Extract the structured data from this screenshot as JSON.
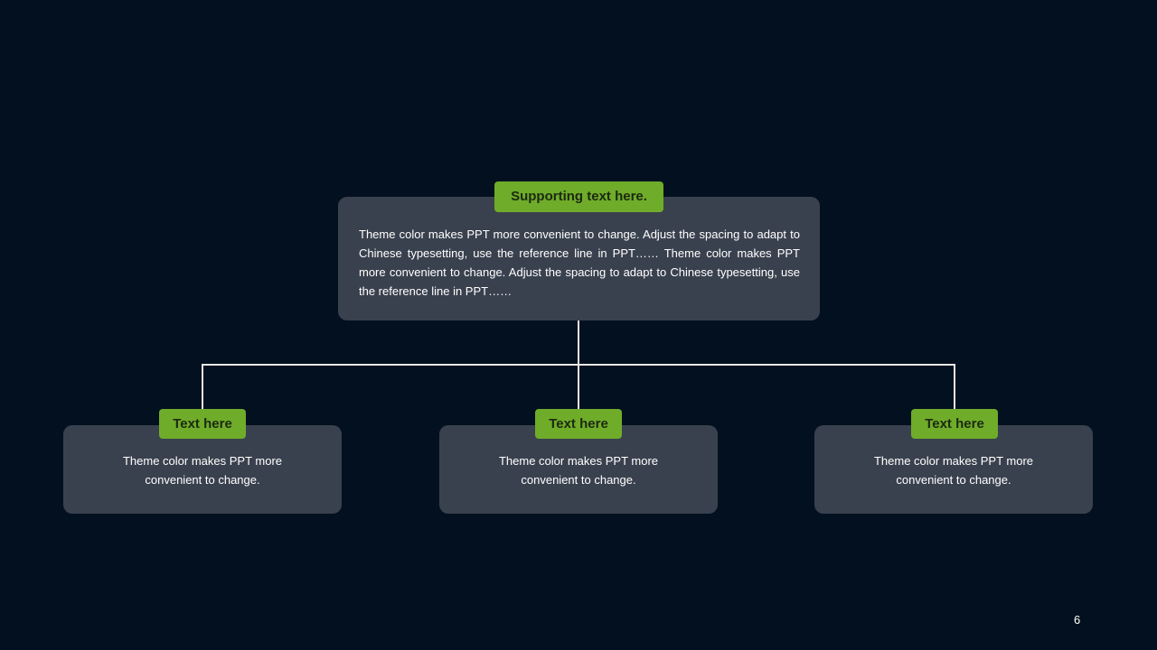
{
  "main": {
    "tag": "Supporting text here.",
    "text": "Theme color makes PPT more convenient  to change. Adjust the spacing to adapt to Chinese  typesetting, use the reference line in PPT…… Theme color makes PPT more convenient  to change. Adjust the spacing to adapt to Chinese  typesetting, use the reference line  in PPT……"
  },
  "children": [
    {
      "tag": "Text here",
      "text": "Theme color makes PPT more convenient  to change."
    },
    {
      "tag": "Text here",
      "text": "Theme color makes PPT more convenient  to change."
    },
    {
      "tag": "Text here",
      "text": "Theme color makes PPT more convenient  to change."
    }
  ],
  "page_number": "6",
  "colors": {
    "background": "#02101f",
    "box": "#3a414e",
    "accent": "#6fac2a"
  }
}
